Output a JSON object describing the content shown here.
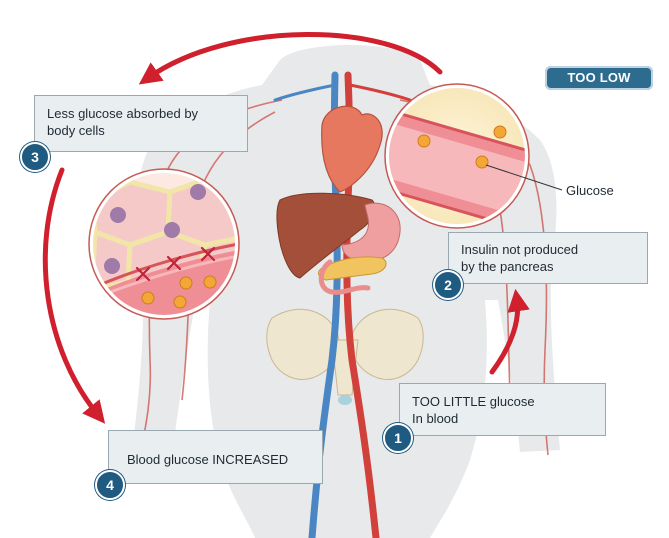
{
  "status_label": "TOO LOW",
  "callout_label": "Glucose",
  "steps": [
    {
      "number": "1",
      "lines": [
        "TOO LITTLE glucose",
        "In blood"
      ]
    },
    {
      "number": "2",
      "lines": [
        "Insulin not produced",
        "by the pancreas"
      ]
    },
    {
      "number": "3",
      "lines": [
        "Less glucose absorbed by",
        "body cells"
      ]
    },
    {
      "number": "4",
      "lines": [
        "Blood glucose INCREASED"
      ]
    }
  ],
  "colors": {
    "arrow_red": "#d0202e",
    "badge_blue": "#1f5a80",
    "status_pill": "#2d6b8f",
    "box_fill": "#e9eef1"
  }
}
